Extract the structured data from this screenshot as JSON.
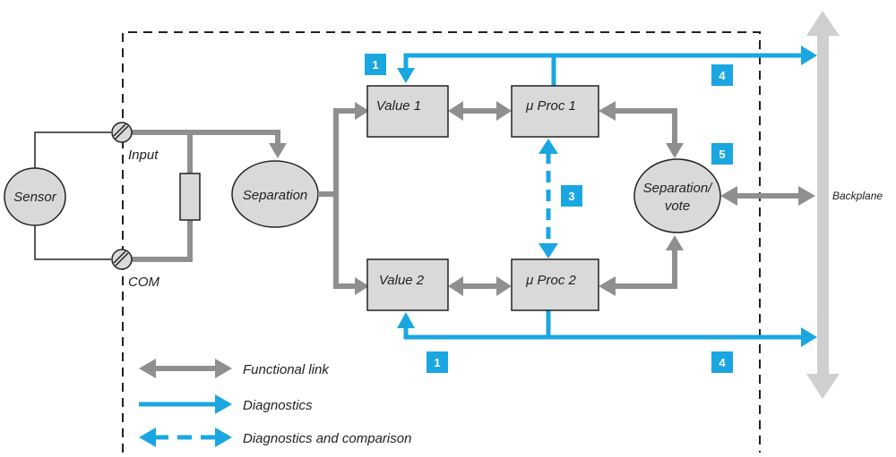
{
  "labels": {
    "sensor": "Sensor",
    "input": "Input",
    "com": "COM",
    "separation": "Separation",
    "value1": "Value 1",
    "value2": "Value 2",
    "proc1": "μ Proc 1",
    "proc2": "μ Proc 2",
    "sepvote_line1": "Separation/",
    "sepvote_line2": "vote",
    "backplane": "Backplane"
  },
  "badges": {
    "b1_top": "1",
    "b1_bottom": "1",
    "b3": "3",
    "b4_top": "4",
    "b4_bottom": "4",
    "b5": "5"
  },
  "legend": {
    "functional": "Functional link",
    "diagnostics": "Diagnostics",
    "diag_comparison": "Diagnostics and comparison"
  },
  "colors": {
    "gray_link": "#8f8f8f",
    "blue_diag": "#1aa7e1",
    "box_fill": "#d9d9d9",
    "backplane": "#cfcfcf",
    "badge": "#1aa7e1"
  }
}
